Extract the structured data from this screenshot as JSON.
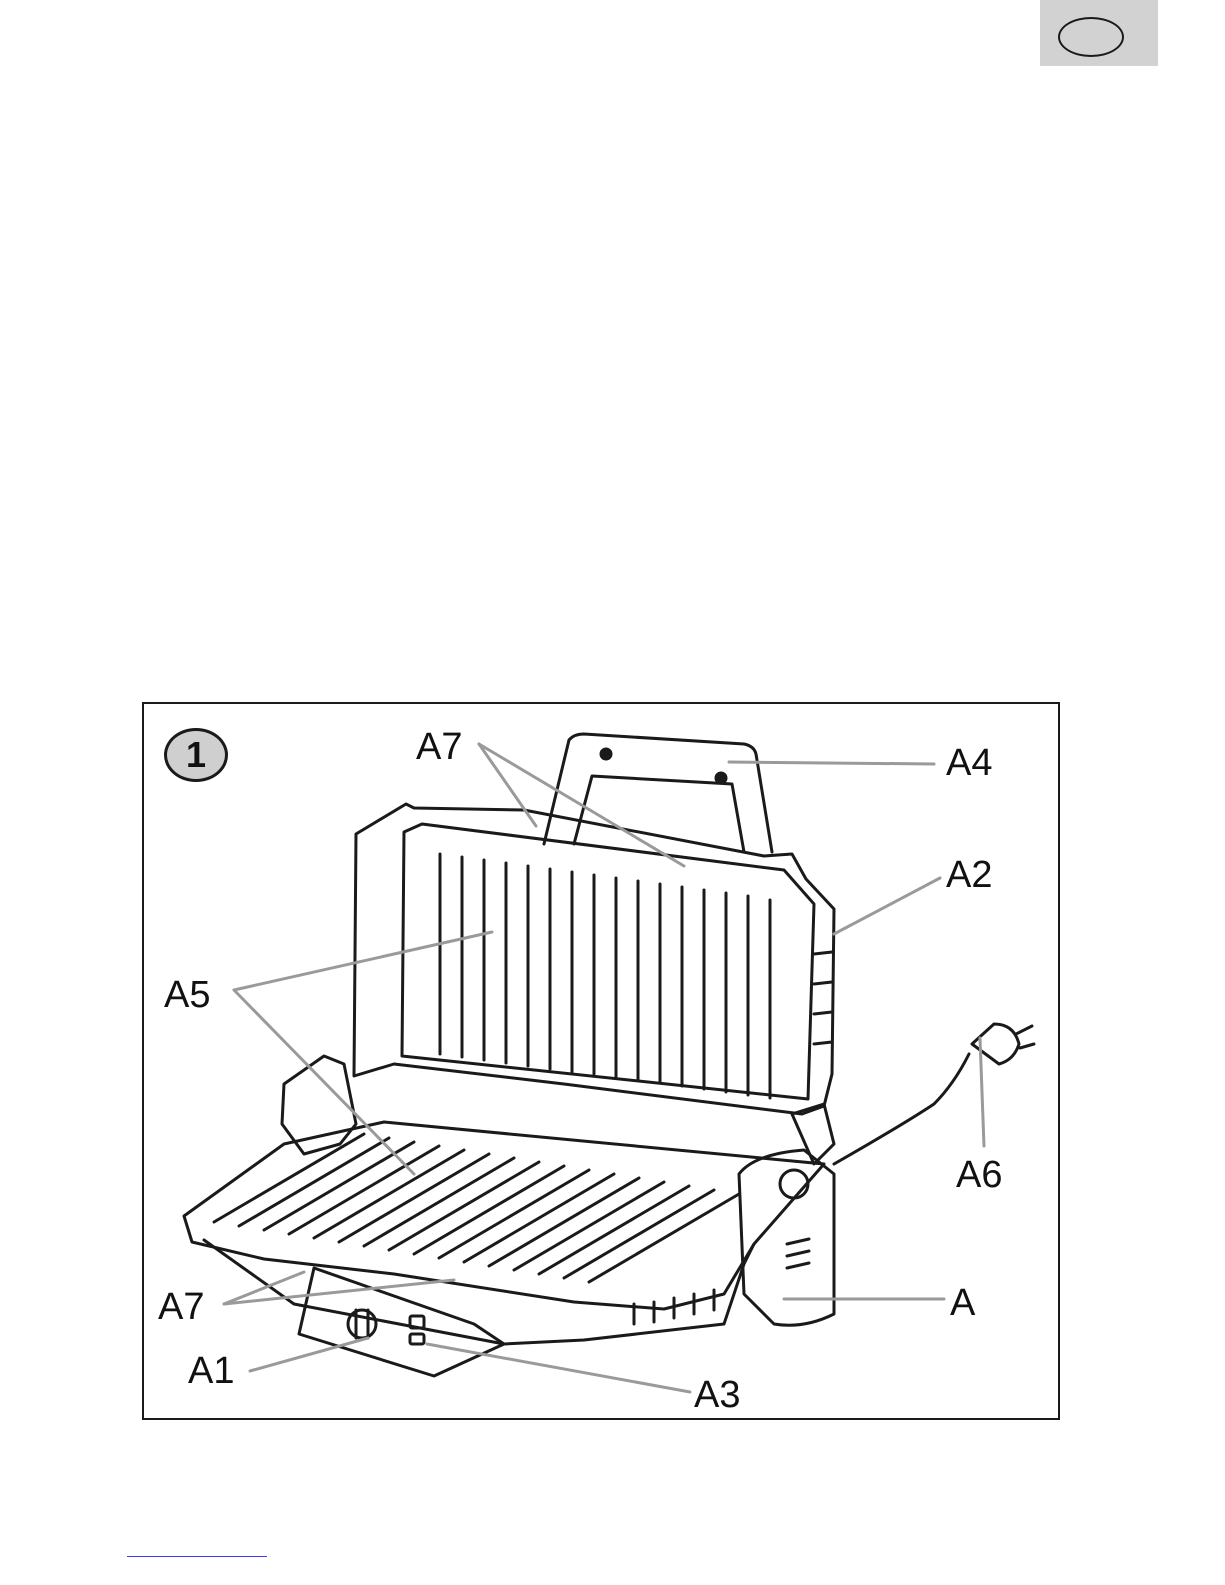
{
  "figure": {
    "number": "1",
    "labels": {
      "A7_top": "A7",
      "A4": "A4",
      "A2": "A2",
      "A5": "A5",
      "A6": "A6",
      "A": "A",
      "A7_bottom": "A7",
      "A1": "A1",
      "A3": "A3"
    },
    "colors": {
      "leader": "#9a9a9a",
      "ink": "#1a1a1a",
      "badge": "#cfcfcf",
      "tab": "#d2d2d2"
    }
  }
}
